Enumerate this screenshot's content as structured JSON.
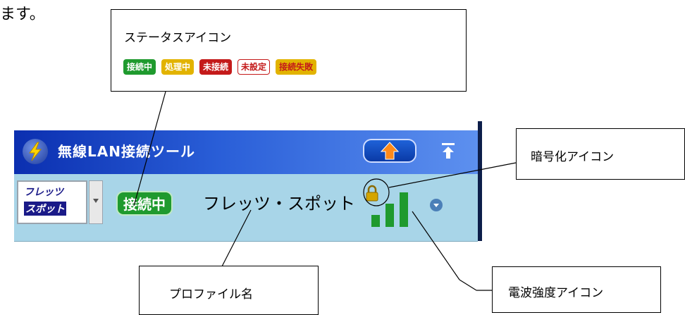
{
  "intro_fragment": "ます。",
  "status_callout": {
    "title": "ステータスアイコン",
    "badges": [
      {
        "label": "接続中",
        "bg": "#1f9a2e",
        "fg": "#ffffff",
        "border": "#1f9a2e"
      },
      {
        "label": "処理中",
        "bg": "#e2b300",
        "fg": "#ffffff",
        "border": "#e2b300"
      },
      {
        "label": "未接続",
        "bg": "#c41a1a",
        "fg": "#ffffff",
        "border": "#c41a1a"
      },
      {
        "label": "未設定",
        "bg": "#ffffff",
        "fg": "#c41a1a",
        "border": "#c41a1a"
      },
      {
        "label": "接続失敗",
        "bg": "#e2b300",
        "fg": "#c41a1a",
        "border": "#e2b300"
      }
    ]
  },
  "app": {
    "title": "無線LAN接続ツール",
    "logo_line1": "フレッツ",
    "logo_line2": "スポット",
    "status_badge": "接続中",
    "profile_name": "フレッツ・スポット",
    "signal_color": "#1f9a2e",
    "lock_color": "#d4a500"
  },
  "callouts": {
    "encryption": "暗号化アイコン",
    "profile": "プロファイル名",
    "signal": "電波強度アイコン"
  }
}
